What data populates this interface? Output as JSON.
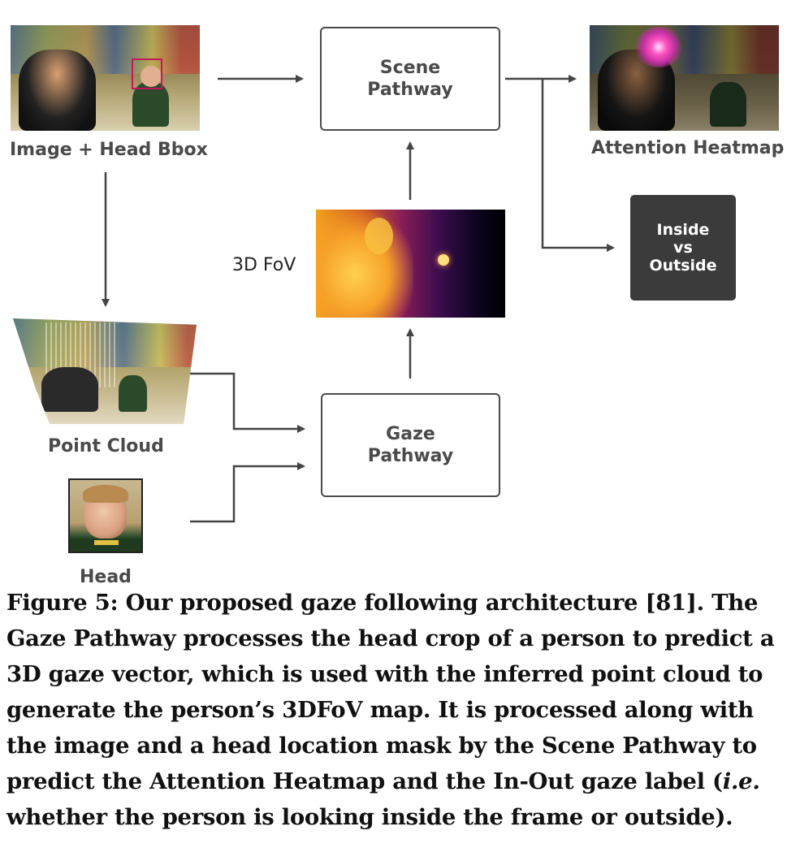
{
  "nodes": {
    "image_label": "Image + Head Bbox",
    "scene_pathway": "Scene\nPathway",
    "attention_label": "Attention Heatmap",
    "inside_outside": "Inside\nvs\nOutside",
    "fov_label": "3D FoV",
    "point_cloud_label": "Point Cloud",
    "gaze_pathway": "Gaze\nPathway",
    "head_label": "Head"
  },
  "caption": {
    "prefix": "Figure 5: Our proposed gaze following architecture [81]. The Gaze Pathway processes the head crop of a person to predict a 3D gaze vector, which is used with the inferred point cloud to generate the person’s 3DFoV map. It is processed along with the image and a head location mask by the Scene Pathway to predict the Attention Heatmap and the In-Out gaze label (",
    "italic": "i.e.",
    "suffix": " whether the person is looking inside the frame or outside)."
  },
  "colors": {
    "box_border": "#4a4a4a",
    "dark_box": "#3b3b3b",
    "head_bbox": "#c2185b",
    "arrow": "#444444"
  },
  "icons": [
    "arrow-right",
    "arrow-down",
    "arrow-up"
  ]
}
